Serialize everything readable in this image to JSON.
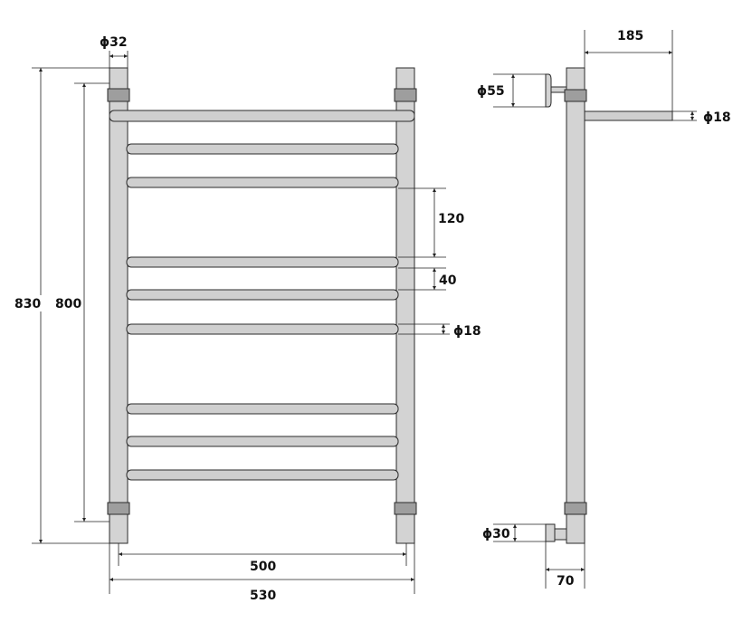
{
  "front_view": {
    "tube_diameter": "ϕ32",
    "total_height": "830",
    "center_height": "800",
    "bar_spacing_large": "120",
    "bar_spacing_small": "40",
    "bar_diameter": "ϕ18",
    "center_width": "500",
    "total_width": "530"
  },
  "side_view": {
    "depth": "185",
    "top_bar_diameter": "ϕ18",
    "top_mount_diameter": "ϕ55",
    "bottom_mount_diameter": "ϕ30",
    "bottom_mount_depth": "70"
  },
  "colors": {
    "pipe": "#d3d3d3",
    "collar": "#9e9e9e",
    "line": "#222222"
  }
}
